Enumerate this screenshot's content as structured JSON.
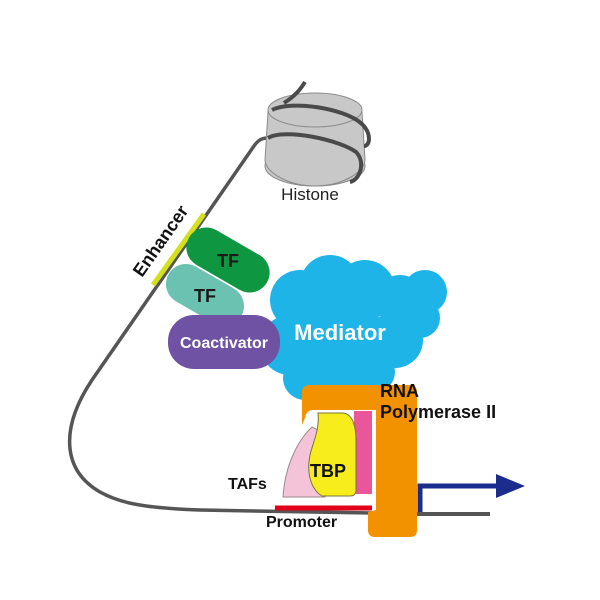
{
  "title": "Transcription initiation complex",
  "labels": {
    "histone": "Histone",
    "enhancer": "Enhancer",
    "tf_top": "TF",
    "tf_bottom": "TF",
    "coactivator": "Coactivator",
    "mediator": "Mediator",
    "rna_pol_line1": "RNA",
    "rna_pol_line2": "Polymerase II",
    "tbp": "TBP",
    "tafs": "TAFs",
    "promoter": "Promoter"
  },
  "colors": {
    "dna": "#555555",
    "histone": "#c8c8c8",
    "enhancer": "#d4df1e",
    "tf_dark": "#0f9640",
    "tf_light": "#6bc2b0",
    "coactivator": "#6f52a3",
    "mediator": "#1fb4e8",
    "rna_polymerase": "#f39200",
    "tbp": "#f7ec1c",
    "tafs": "#f4c3d8",
    "tbp_partner": "#e9569a",
    "promoter": "#e2001a",
    "transcription_arrow": "#1a2c8c"
  }
}
